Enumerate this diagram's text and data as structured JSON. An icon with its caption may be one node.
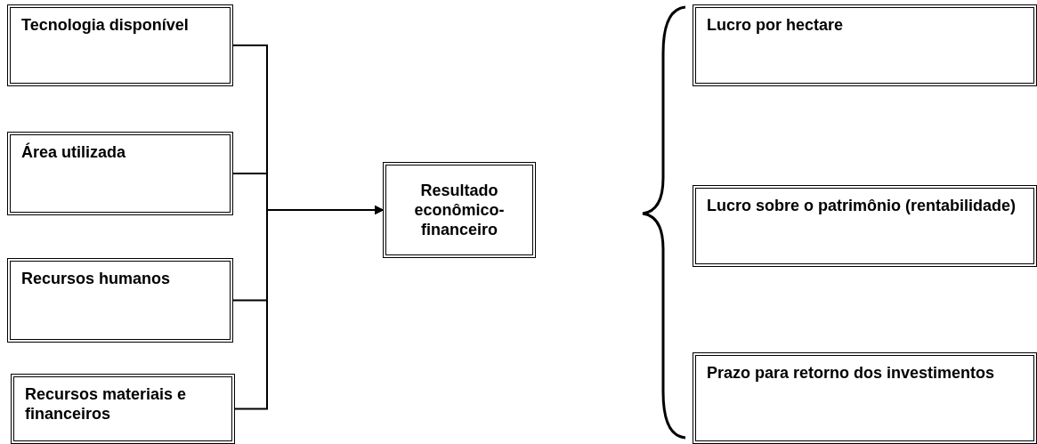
{
  "diagram": {
    "nodes": [
      {
        "text": [
          "Tecnologia disponível"
        ]
      },
      {
        "text": [
          "Área utilizada"
        ]
      },
      {
        "text": [
          "Recursos humanos"
        ]
      },
      {
        "text": [
          "Recursos materiais e financeiros"
        ]
      },
      {
        "text": [
          "Resultado econômico-financeiro"
        ]
      },
      {
        "text": [
          "Lucro por hectare"
        ]
      },
      {
        "text": [
          "Lucro sobre o patrimônio (rentabilidade)"
        ]
      },
      {
        "text": [
          "Prazo para retorno dos investimentos"
        ]
      }
    ],
    "edges": [
      {
        "from": 0,
        "to": 4,
        "arrow": "to"
      },
      {
        "from": 1,
        "to": 4,
        "arrow": "to"
      },
      {
        "from": 2,
        "to": 4,
        "arrow": "to"
      },
      {
        "from": 3,
        "to": 4,
        "arrow": "to"
      }
    ]
  }
}
